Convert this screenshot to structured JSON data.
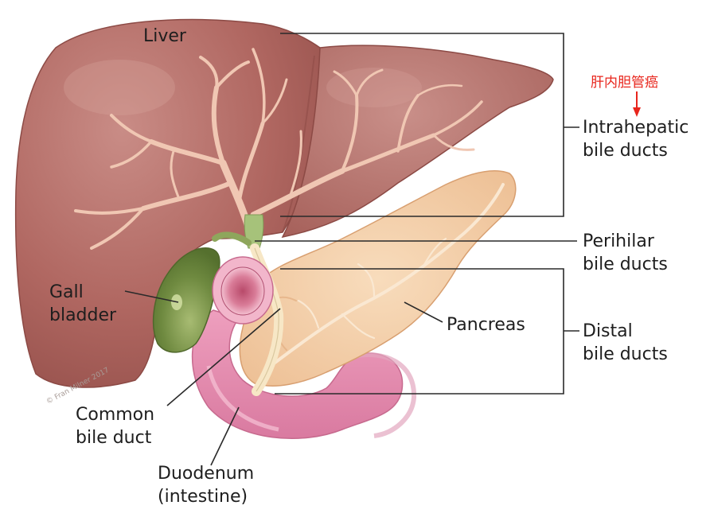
{
  "labels": {
    "liver": "Liver",
    "gallbladder": [
      "Gall",
      "bladder"
    ],
    "common_bile_duct": [
      "Common",
      "bile duct"
    ],
    "duodenum": [
      "Duodenum",
      "(intestine)"
    ],
    "pancreas": "Pancreas",
    "intrahepatic": [
      "Intrahepatic",
      "bile ducts"
    ],
    "perihilar": [
      "Perihilar",
      "bile ducts"
    ],
    "distal": [
      "Distal",
      "bile ducts"
    ]
  },
  "annotation": {
    "text": "肝内胆管癌",
    "arrow": "down-arrow-icon",
    "color": "#e8251c"
  },
  "credit": "© Fran Milner 2017",
  "colors": {
    "liver": "#b36a64",
    "duct": "#f0c7b3",
    "gallbladder": "#6f8a40",
    "duodenum": "#e58fb0",
    "pancreas": "#f4cfa6",
    "label_text": "#1e1e1e"
  }
}
